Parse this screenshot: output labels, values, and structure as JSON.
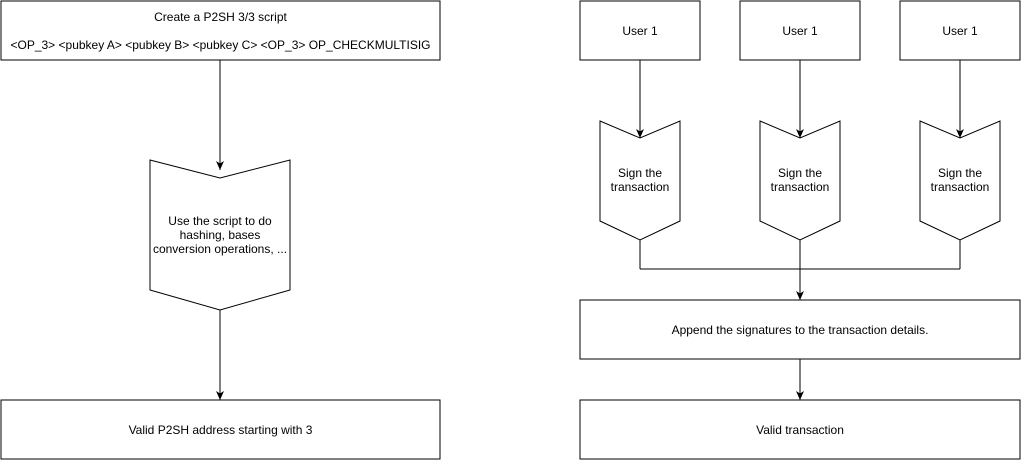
{
  "left_flow": {
    "create_box": {
      "title": "Create a P2SH 3/3 script",
      "script": "<OP_3> <pubkey A> <pubkey B> <pubkey C> <OP_3> OP_CHECKMULTISIG"
    },
    "process_step": {
      "lines": [
        "Use the script to do",
        "hashing, bases",
        "conversion operations, ..."
      ]
    },
    "result_box": {
      "text": "Valid P2SH address starting with 3"
    }
  },
  "right_flow": {
    "users": [
      {
        "label": "User 1",
        "step": [
          "Sign the",
          "transaction"
        ]
      },
      {
        "label": "User 1",
        "step": [
          "Sign the",
          "transaction"
        ]
      },
      {
        "label": "User 1",
        "step": [
          "Sign the",
          "transaction"
        ]
      }
    ],
    "append_box": {
      "text": "Append the signatures to the transaction details."
    },
    "result_box": {
      "text": "Valid transaction"
    }
  }
}
